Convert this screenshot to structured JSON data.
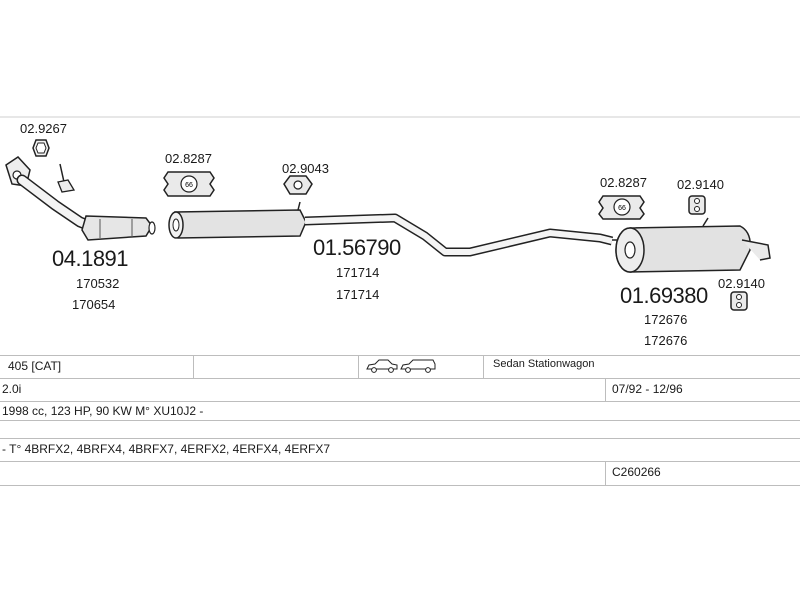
{
  "parts": {
    "gasket_top": "02.9267",
    "catalyst": {
      "code": "04.1891",
      "refs": [
        "170532",
        "170654"
      ]
    },
    "clamp_1": "02.8287",
    "mount_1": "02.9043",
    "middle": {
      "code": "01.56790",
      "refs": [
        "171714",
        "171714"
      ]
    },
    "clamp_2": "02.8287",
    "mount_2": "02.9140",
    "rear": {
      "code": "01.69380",
      "refs": [
        "172676",
        "172676"
      ]
    },
    "mount_3": "02.9140",
    "clamp_badge": "66"
  },
  "table": {
    "model": "405  [CAT]",
    "body_types": "Sedan  Stationwagon",
    "engine": "2.0i",
    "date_range": "07/92 - 12/96",
    "spec": "1998 cc, 123 HP, 90 KW M° XU10J2 -",
    "types": "- T° 4BRFX2, 4BRFX4, 4BRFX7, 4ERFX2, 4ERFX4, 4ERFX7",
    "system_code": "C260266"
  },
  "icons": [
    "sedan-car-icon",
    "stationwagon-car-icon"
  ]
}
